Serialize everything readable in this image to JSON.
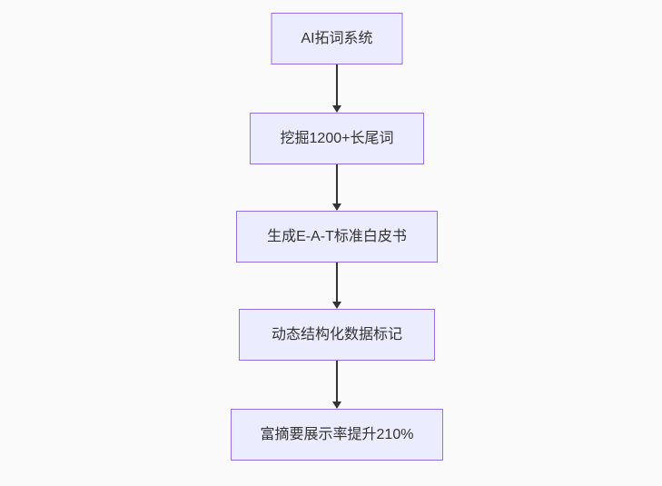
{
  "flowchart": {
    "type": "vertical-flowchart",
    "nodes": [
      {
        "id": "node-1",
        "label": "AI拓词系统"
      },
      {
        "id": "node-2",
        "label": "挖掘1200+长尾词"
      },
      {
        "id": "node-3",
        "label": "生成E-A-T标准白皮书"
      },
      {
        "id": "node-4",
        "label": "动态结构化数据标记"
      },
      {
        "id": "node-5",
        "label": "富摘要展示率提升210%"
      }
    ],
    "edges": [
      {
        "from": "node-1",
        "to": "node-2",
        "arrowhead": "down"
      },
      {
        "from": "node-2",
        "to": "node-3",
        "arrowhead": "down"
      },
      {
        "from": "node-3",
        "to": "node-4",
        "arrowhead": "down"
      },
      {
        "from": "node-4",
        "to": "node-5",
        "arrowhead": "down"
      }
    ],
    "colors": {
      "node_fill": "#ECECFF",
      "node_border": "#9370DB",
      "arrow": "#333333",
      "text": "#333333",
      "background": "#FAFAFA"
    }
  }
}
